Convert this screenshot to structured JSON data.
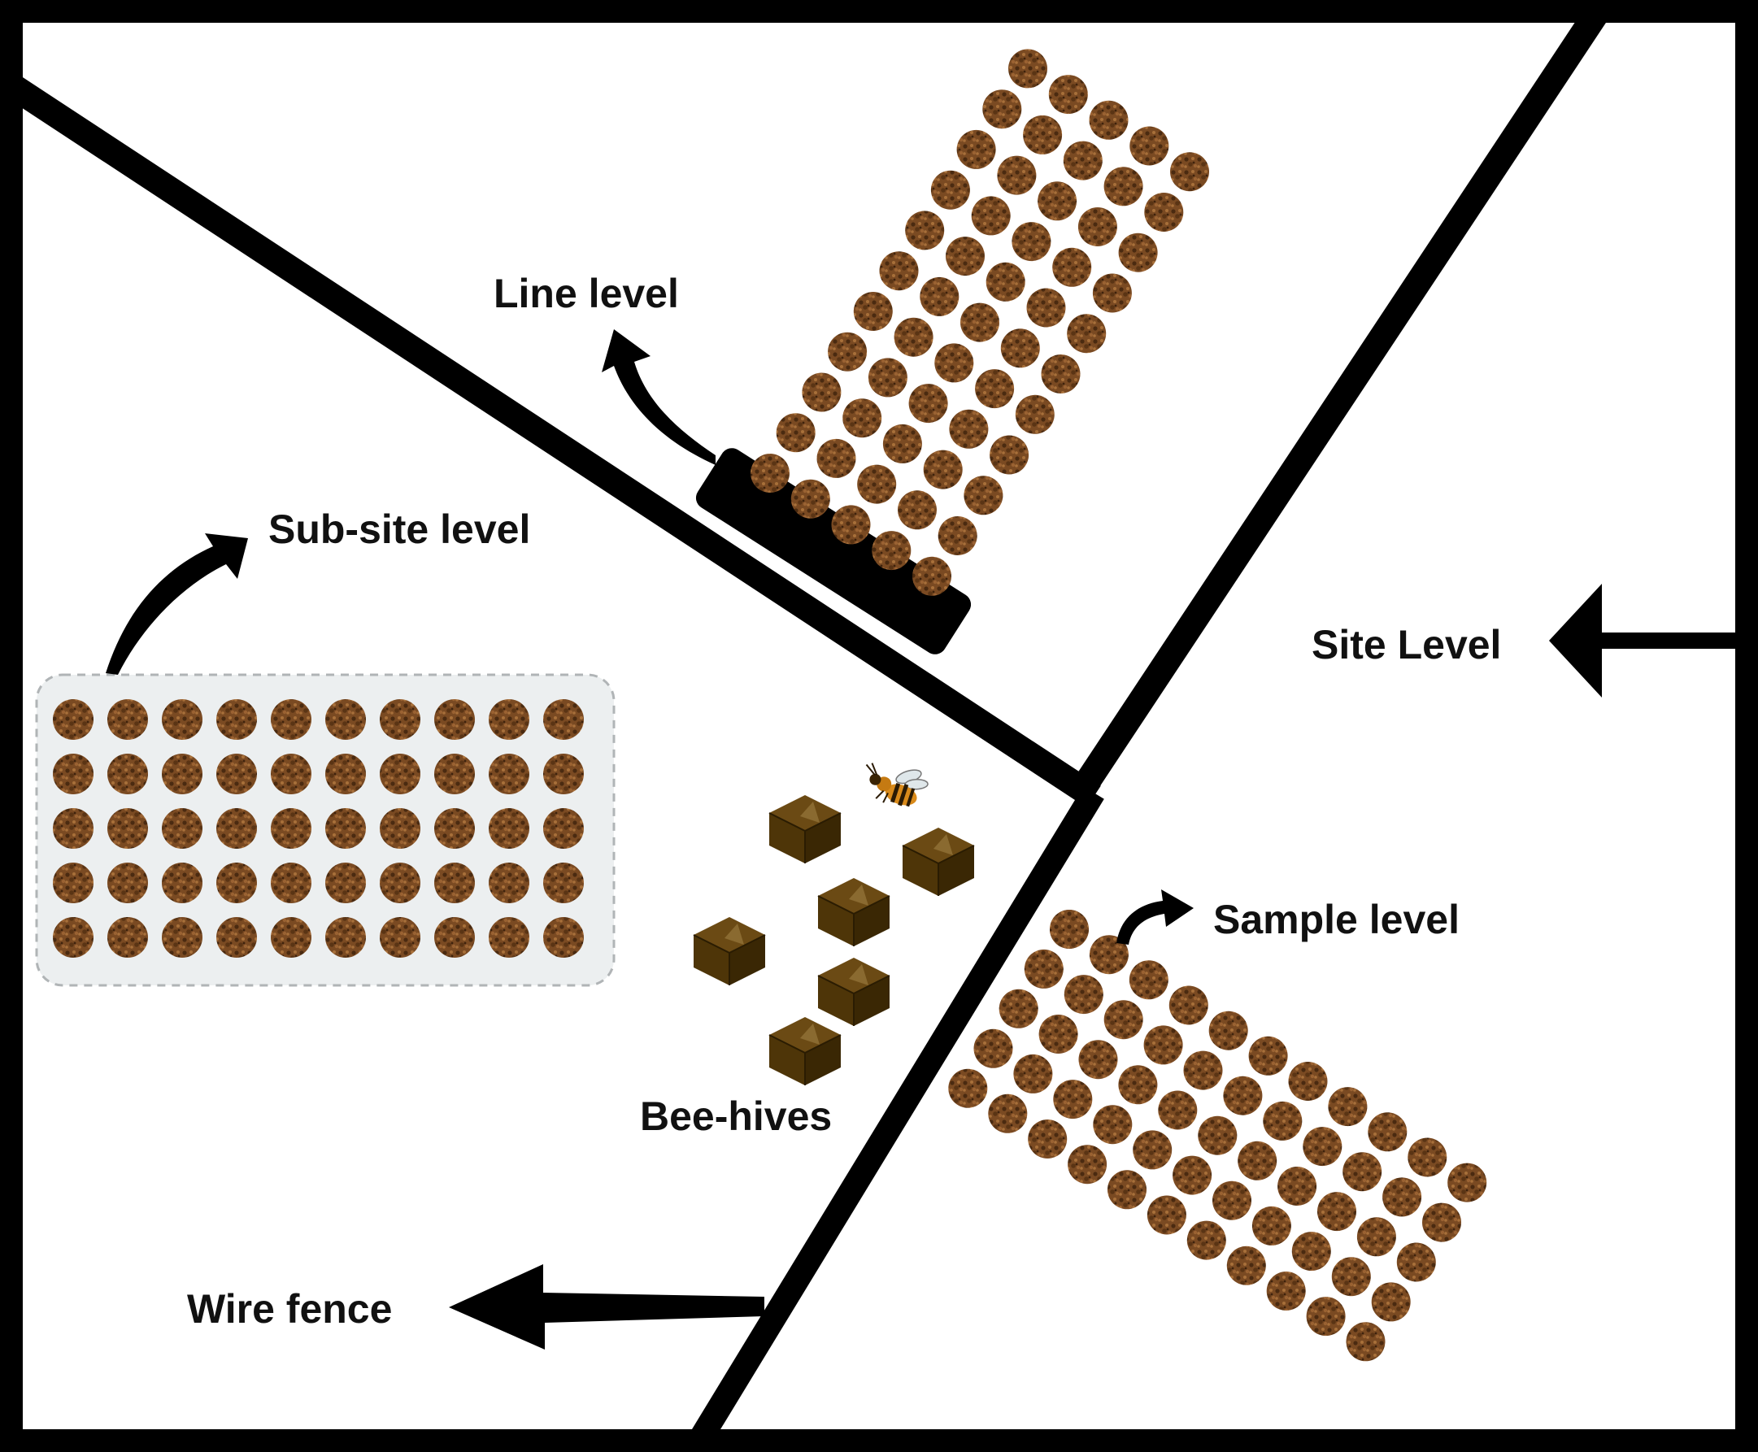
{
  "labels": {
    "line_level": "Line level",
    "subsite_level": "Sub-site level",
    "site_level": "Site Level",
    "sample_level": "Sample level",
    "bee_hives": "Bee-hives",
    "wire_fence": "Wire fence"
  },
  "icons": {
    "sample": "soil-sample-circle-icon",
    "hive": "bee-hive-box-icon",
    "bee": "bee-icon"
  },
  "colors": {
    "fence": "#000000",
    "sample_fill": "#7a4a22",
    "sample_dark": "#4a2a10",
    "sample_light": "#a8703a",
    "hive_top": "#6b4a14",
    "hive_front": "#4e3508",
    "hive_side": "#3a2704",
    "subsite_panel": "#eceff0",
    "subsite_border": "#b0b4b6"
  }
}
